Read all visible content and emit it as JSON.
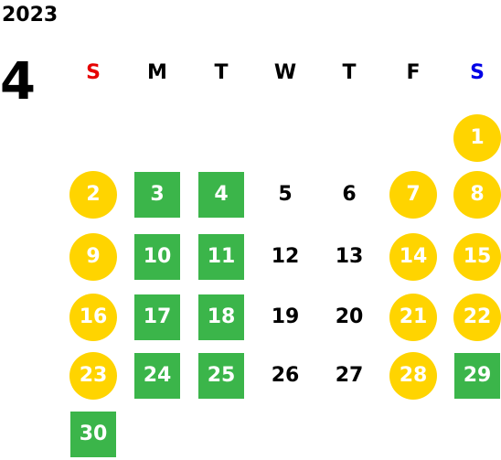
{
  "calendar": {
    "year": "2023",
    "month": "4",
    "weekdays": [
      {
        "label": "S",
        "color": "#e60000"
      },
      {
        "label": "M",
        "color": "#000000"
      },
      {
        "label": "T",
        "color": "#000000"
      },
      {
        "label": "W",
        "color": "#000000"
      },
      {
        "label": "T",
        "color": "#000000"
      },
      {
        "label": "F",
        "color": "#000000"
      },
      {
        "label": "S",
        "color": "#0000e6"
      }
    ],
    "colors": {
      "holiday_circle": "#ffd400",
      "closed_square": "#3bb54a",
      "day_text_on_mark": "#ffffff",
      "day_text_plain": "#000000"
    },
    "weeks": [
      [
        null,
        null,
        null,
        null,
        null,
        null,
        {
          "day": "1",
          "mark": "holiday"
        }
      ],
      [
        {
          "day": "2",
          "mark": "holiday"
        },
        {
          "day": "3",
          "mark": "closed"
        },
        {
          "day": "4",
          "mark": "closed"
        },
        {
          "day": "5",
          "mark": "none"
        },
        {
          "day": "6",
          "mark": "none"
        },
        {
          "day": "7",
          "mark": "holiday"
        },
        {
          "day": "8",
          "mark": "holiday"
        }
      ],
      [
        {
          "day": "9",
          "mark": "holiday"
        },
        {
          "day": "10",
          "mark": "closed"
        },
        {
          "day": "11",
          "mark": "closed"
        },
        {
          "day": "12",
          "mark": "none"
        },
        {
          "day": "13",
          "mark": "none"
        },
        {
          "day": "14",
          "mark": "holiday"
        },
        {
          "day": "15",
          "mark": "holiday"
        }
      ],
      [
        {
          "day": "16",
          "mark": "holiday"
        },
        {
          "day": "17",
          "mark": "closed"
        },
        {
          "day": "18",
          "mark": "closed"
        },
        {
          "day": "19",
          "mark": "none"
        },
        {
          "day": "20",
          "mark": "none"
        },
        {
          "day": "21",
          "mark": "holiday"
        },
        {
          "day": "22",
          "mark": "holiday"
        }
      ],
      [
        {
          "day": "23",
          "mark": "holiday"
        },
        {
          "day": "24",
          "mark": "closed"
        },
        {
          "day": "25",
          "mark": "closed"
        },
        {
          "day": "26",
          "mark": "none"
        },
        {
          "day": "27",
          "mark": "none"
        },
        {
          "day": "28",
          "mark": "holiday"
        },
        {
          "day": "29",
          "mark": "closed"
        }
      ],
      [
        {
          "day": "30",
          "mark": "closed"
        },
        null,
        null,
        null,
        null,
        null,
        null
      ]
    ]
  }
}
